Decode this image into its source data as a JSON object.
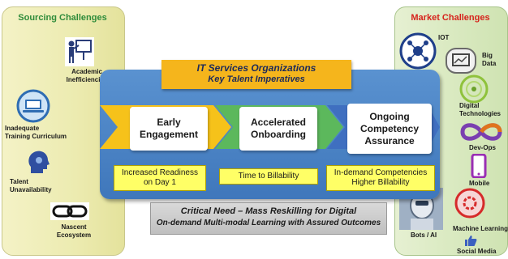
{
  "left_panel": {
    "title": "Sourcing Challenges",
    "items": [
      {
        "label": "Academic\nInefficiencies",
        "icon": "presenter-board-icon"
      },
      {
        "label": "Inadequate\nTraining Curriculum",
        "icon": "laptop-training-icon"
      },
      {
        "label": "Talent\nUnavailability",
        "icon": "head-profile-icon"
      },
      {
        "label": "Nascent\nEcosystem",
        "icon": "chain-link-icon"
      }
    ]
  },
  "banner": {
    "line1": "IT Services Organizations",
    "line2": "Key Talent Imperatives"
  },
  "stages": [
    {
      "label": "Early\nEngagement",
      "outcome": "Increased Readiness\non Day 1"
    },
    {
      "label": "Accelerated\nOnboarding",
      "outcome": "Time to Billability"
    },
    {
      "label": "Ongoing\nCompetency\nAssurance",
      "outcome": "In-demand Competencies\nHigher Billability"
    }
  ],
  "bottom": {
    "line1": "Critical Need – Mass Reskilling for Digital",
    "line2": "On-demand Multi-modal Learning with Assured Outcomes"
  },
  "right_panel": {
    "title": "Market Challenges",
    "items": [
      {
        "label": "IOT",
        "icon": "iot-network-icon"
      },
      {
        "label": "Big\nData",
        "icon": "data-screen-icon"
      },
      {
        "label": "Digital\nTechnologies",
        "icon": "touch-icon"
      },
      {
        "label": "Dev-Ops",
        "icon": "infinity-loop-icon"
      },
      {
        "label": "Mobile",
        "icon": "smartphone-icon"
      },
      {
        "label": "Machine Learning",
        "icon": "brain-gear-icon"
      },
      {
        "label": "Bots / AI",
        "icon": "robot-icon"
      },
      {
        "label": "Social Media",
        "icon": "thumbs-up-icon"
      }
    ]
  },
  "colors": {
    "left_title": "#2e8b3a",
    "right_title": "#d6231c",
    "arrow_yellow": "#f6c21a",
    "arrow_green": "#5cb85c",
    "arrow_blue": "#3f6fc0",
    "center_blue": "#4a86c8",
    "banner": "#f5b51c"
  }
}
